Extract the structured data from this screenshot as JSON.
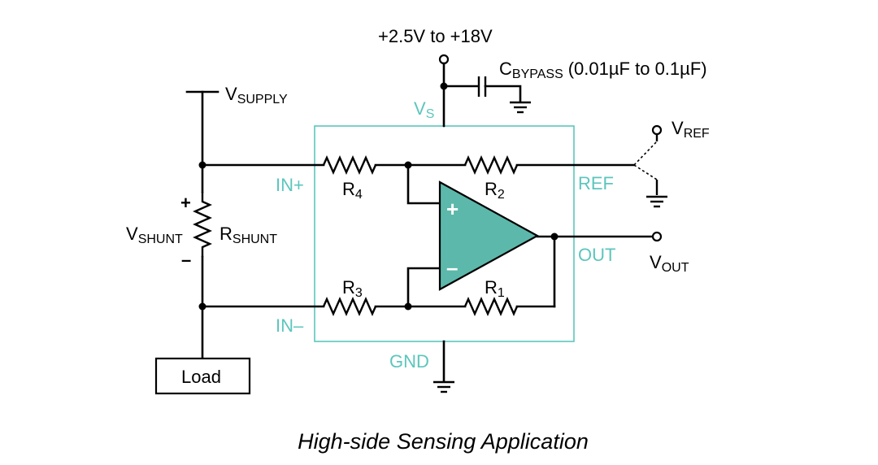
{
  "supply": {
    "range": "+2.5V to +18V",
    "cbypass_main": "C",
    "cbypass_sub": "BYPASS",
    "cbypass_value": "(0.01µF to 0.1µF)"
  },
  "labels": {
    "vsupply_main": "V",
    "vsupply_sub": "SUPPLY",
    "vshunt_main": "V",
    "vshunt_sub": "SHUNT",
    "rshunt_main": "R",
    "rshunt_sub": "SHUNT",
    "plus": "+",
    "minus": "–",
    "load": "Load",
    "vref_main": "V",
    "vref_sub": "REF",
    "vout_main": "V",
    "vout_sub": "OUT"
  },
  "resistors": [
    {
      "main": "R",
      "sub": "4"
    },
    {
      "main": "R",
      "sub": "2"
    },
    {
      "main": "R",
      "sub": "3"
    },
    {
      "main": "R",
      "sub": "1"
    }
  ],
  "pins": {
    "vs_main": "V",
    "vs_sub": "S",
    "in_plus": "IN+",
    "in_minus": "IN–",
    "ref": "REF",
    "out": "OUT",
    "gnd": "GND"
  },
  "amp": {
    "plus": "+",
    "minus": "–"
  },
  "caption": "High-side Sensing Application",
  "colors": {
    "chip_outline": "#5cc6bd",
    "amplifier_fill": "#5cb8aa",
    "wire": "#000000"
  }
}
